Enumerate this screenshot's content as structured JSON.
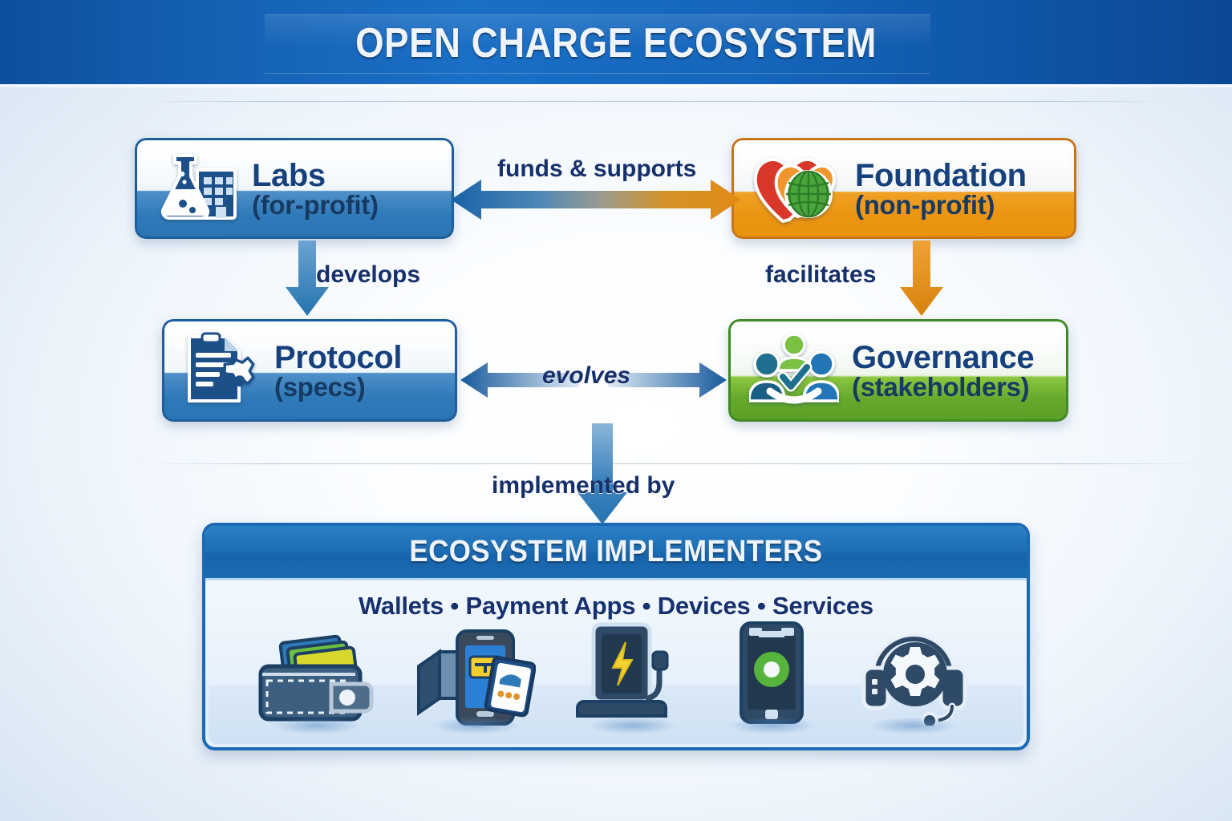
{
  "header": {
    "title": "OPEN CHARGE ECOSYSTEM"
  },
  "colors": {
    "header_blue": "#1561b4",
    "node_blue": "#2f7ab8",
    "node_blue_border": "#1f5e9c",
    "node_orange": "#ec9512",
    "node_orange_border": "#c8751a",
    "node_green": "#64a82c",
    "node_green_border": "#3f8a26",
    "text_navy": "#16417c",
    "arrow_blue": "#1f6fb0",
    "arrow_orange": "#e08a16"
  },
  "nodes": {
    "labs": {
      "title": "Labs",
      "sub": "(for-profit)",
      "icon": "flask-building-icon"
    },
    "foundation": {
      "title": "Foundation",
      "sub": "(non-profit)",
      "icon": "heart-globe-icon"
    },
    "protocol": {
      "title": "Protocol",
      "sub": "(specs)",
      "icon": "document-gear-icon"
    },
    "governance": {
      "title": "Governance",
      "sub": "(stakeholders)",
      "icon": "people-check-icon"
    }
  },
  "arrows": {
    "funds_supports": "funds & supports",
    "develops": "develops",
    "facilitates": "facilitates",
    "evolves": "evolves",
    "implemented_by": "implemented by"
  },
  "implementers": {
    "title": "ECOSYSTEM IMPLEMENTERS",
    "subtitle": "Wallets • Payment Apps • Devices • Services",
    "icons": [
      {
        "name": "wallet-icon"
      },
      {
        "name": "payment-app-phone-icon"
      },
      {
        "name": "charging-device-icon"
      },
      {
        "name": "mobile-device-icon"
      },
      {
        "name": "support-headset-gear-icon"
      }
    ]
  }
}
